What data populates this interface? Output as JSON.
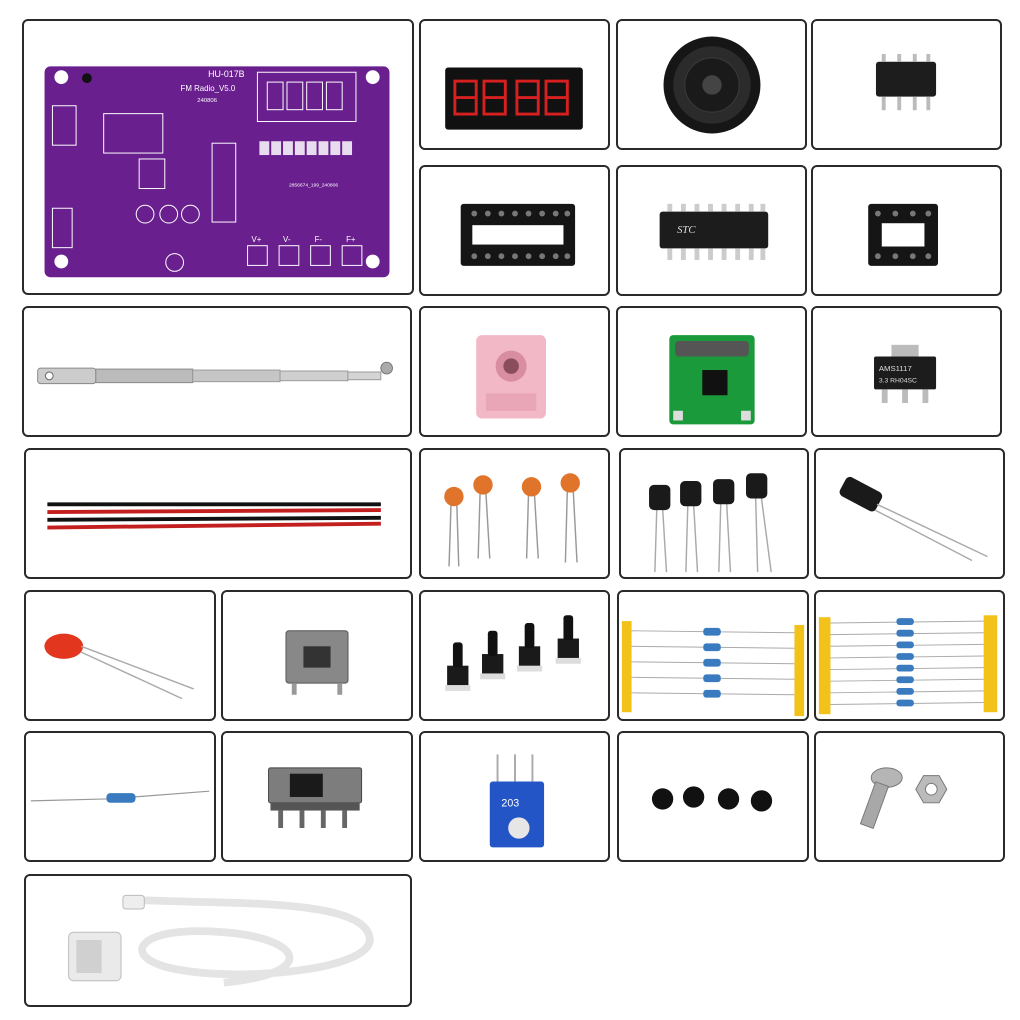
{
  "pcb": {
    "model": "HU-017B",
    "board_name": "FM Radio_V5.0",
    "date_code": "240806",
    "serial": "2856674_199_240806",
    "button_labels": [
      "V+",
      "V-",
      "F-",
      "F+"
    ]
  },
  "stc_chip": {
    "label": "STC"
  },
  "regulator": {
    "line1": "AMS1117",
    "line2": "3.3 RH04SC"
  },
  "potentiometer": {
    "label": "203"
  },
  "colors": {
    "pcb_purple": "#6a1f8f",
    "cell_border": "#2a2a2a",
    "segment_red": "#d62020",
    "resistor_tape": "#f2c21a",
    "pot_blue": "#2455c6"
  }
}
